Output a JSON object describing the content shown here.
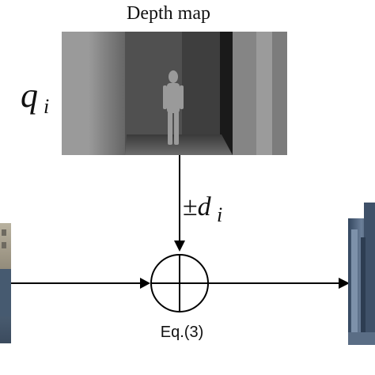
{
  "diagram": {
    "depth_map": {
      "title": "Depth map"
    },
    "query_label": {
      "symbol": "q",
      "subscript": "i"
    },
    "offset_label": {
      "prefix": "±",
      "symbol": "d",
      "subscript": "i"
    },
    "operator": {
      "label": "Eq.(3)"
    }
  },
  "colors": {
    "line": "#000000",
    "depth_dark": "#1c1c1c",
    "depth_mid": "#4a4a4a",
    "depth_light": "#7a7a7a",
    "photo_blue": "#4b5f78"
  }
}
